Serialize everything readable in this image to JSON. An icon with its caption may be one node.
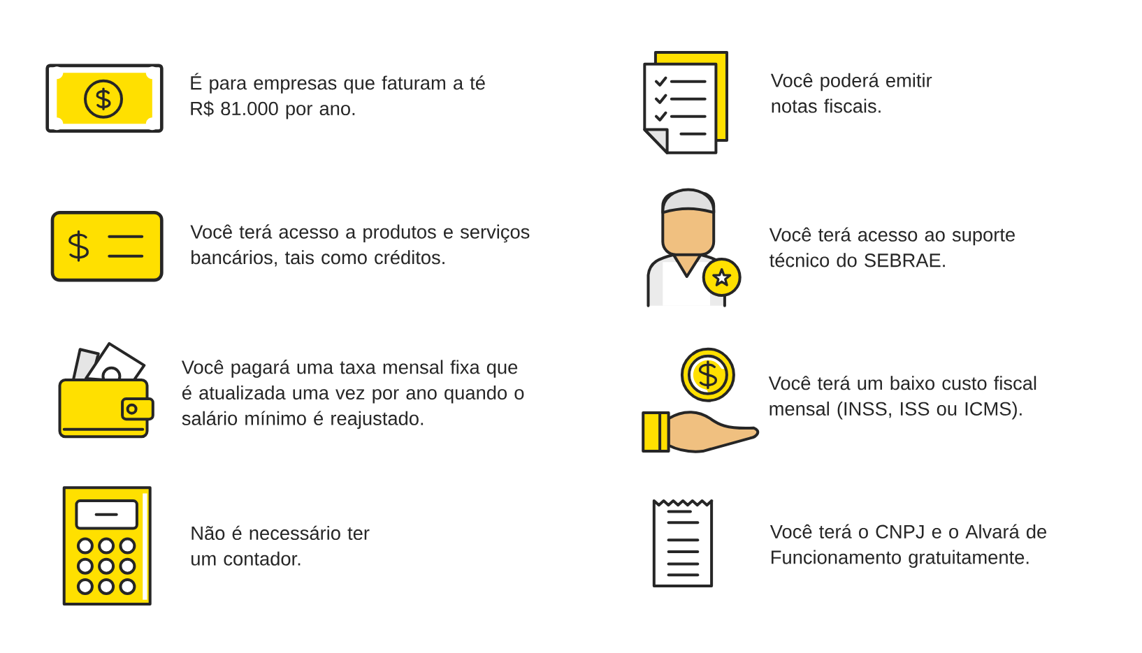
{
  "diagram": {
    "labels": [
      "É para empresas que faturam a té R$ 81.000 por ano.",
      "Você poderá emitir notas fiscais.",
      "Você terá acesso a produtos e serviços bancários, tais como créditos.",
      "Você terá acesso ao suporte técnico do SEBRAE.",
      "Você pagará uma taxa mensal fixa que é atualizada uma vez por ano quando o salário mínimo é reajustado.",
      "Você terá um baixo custo fiscal mensal (INSS, ISS ou ICMS).",
      "Não é necessário ter um contador.",
      "Você terá o CNPJ e o Alvará de Funcionamento gratuitamente."
    ]
  }
}
